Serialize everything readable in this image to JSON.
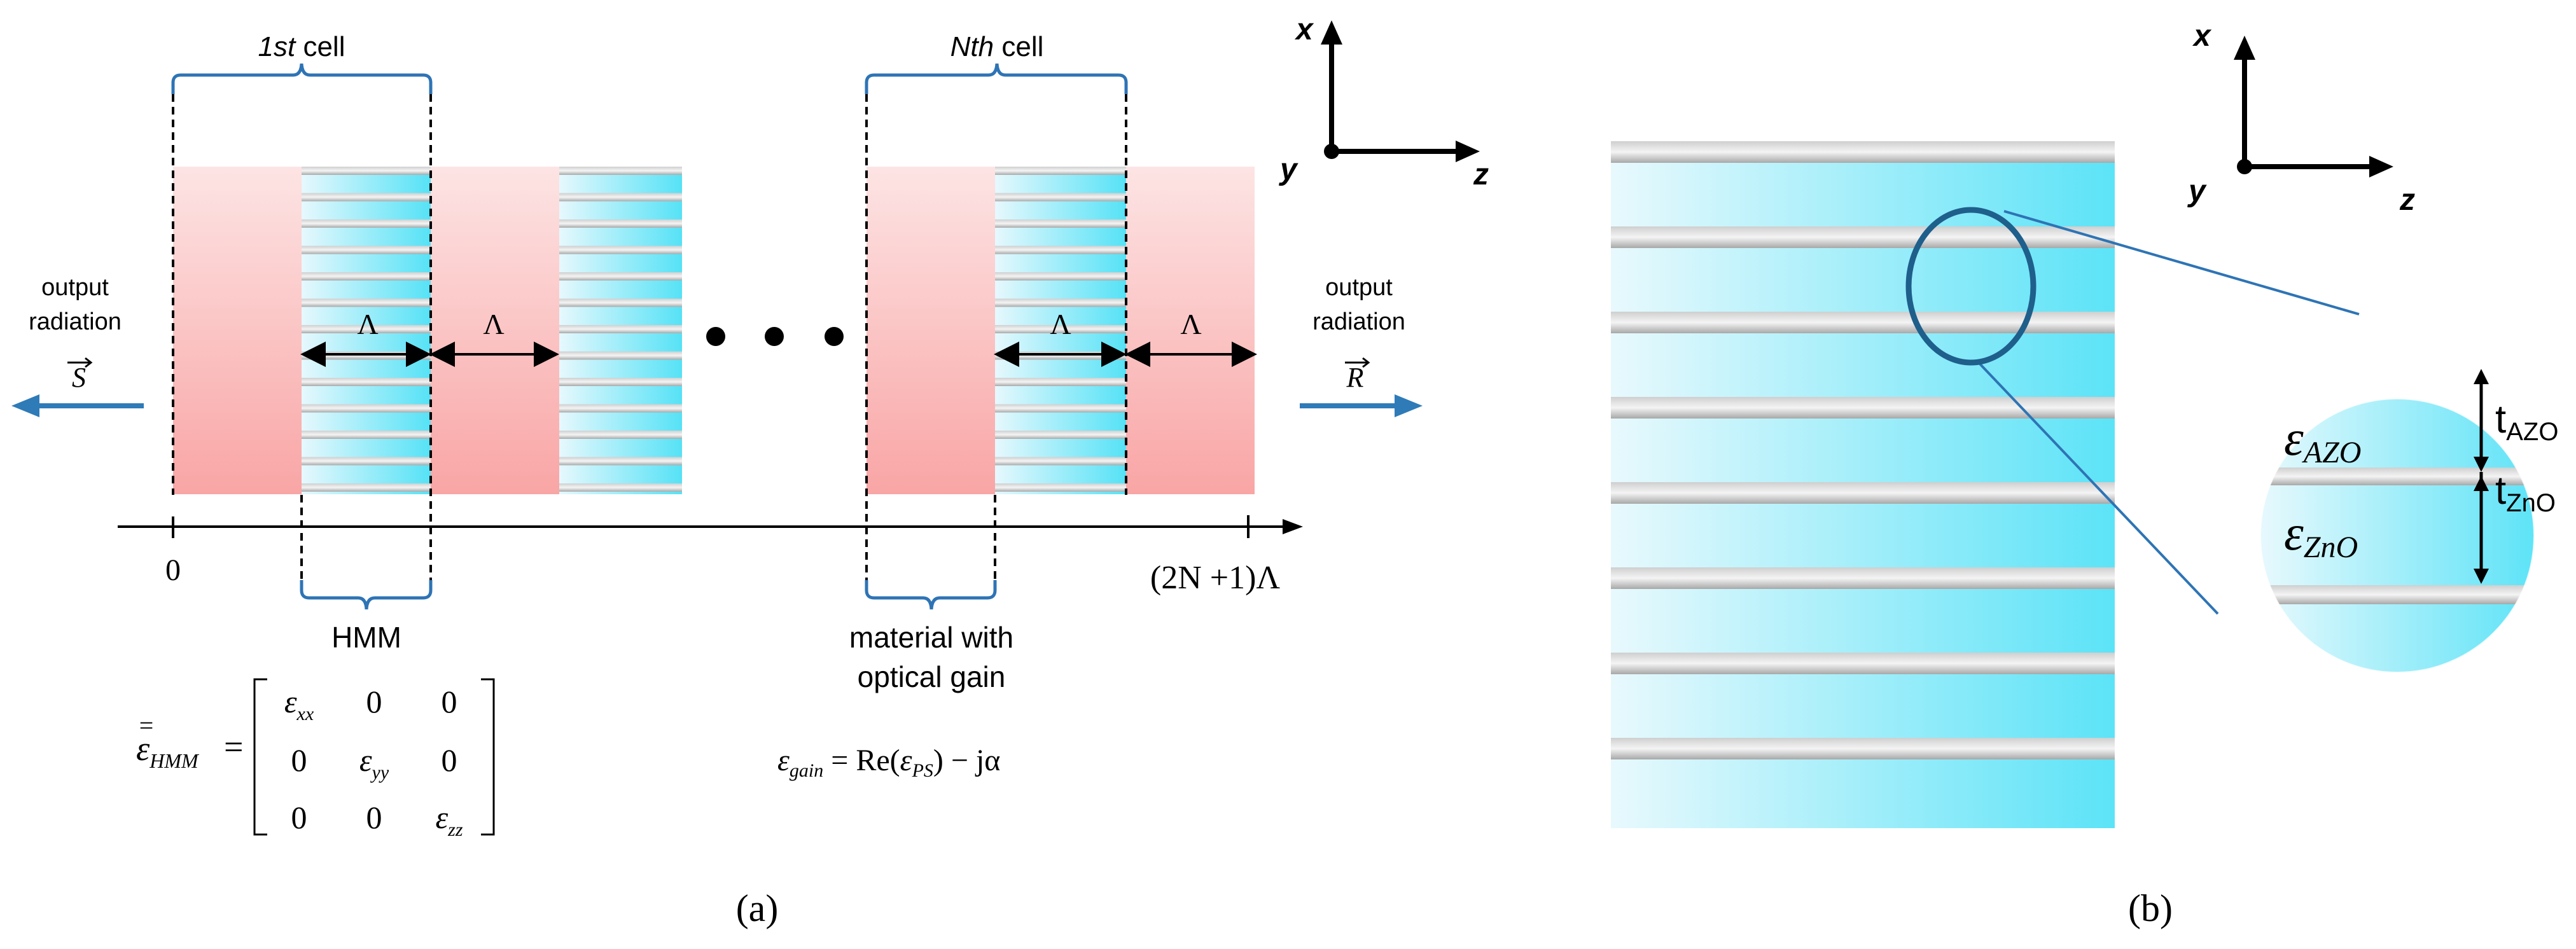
{
  "panel_a": {
    "first_cell": {
      "prefix": "1st",
      "suffix": "cell"
    },
    "nth_cell": {
      "prefix": "Nth",
      "suffix": "cell"
    },
    "lambda": "Λ",
    "left_output": {
      "line1": "output",
      "line2": "radiation",
      "vector": "S"
    },
    "right_output": {
      "line1": "output",
      "line2": "radiation",
      "vector": "R"
    },
    "axis_start": "0",
    "axis_end": "(2N +1)Λ",
    "hmm_label": "HMM",
    "gain_label": {
      "line1": "material with",
      "line2": "optical gain"
    },
    "hmm_tensor": {
      "lhs": "ε",
      "lhs_sub": "HMM",
      "equals": "=",
      "rows": [
        [
          "ε|xx",
          "0",
          "0"
        ],
        [
          "0",
          "ε|yy",
          "0"
        ],
        [
          "0",
          "0",
          "ε|zz"
        ]
      ]
    },
    "gain_equation": {
      "lhs": "ε",
      "lhs_sub": "gain",
      "eq": "= Re(",
      "eps": "ε",
      "eps_sub": "PS",
      "rest": ") − jα"
    },
    "caption": "(a)"
  },
  "panel_b": {
    "eps_azo": {
      "symbol": "ε",
      "sub": "AZO"
    },
    "eps_zno": {
      "symbol": "ε",
      "sub": "ZnO"
    },
    "t_azo": {
      "symbol": "t",
      "sub": "AZO"
    },
    "t_zno": {
      "symbol": "t",
      "sub": "ZnO"
    },
    "caption": "(b)"
  },
  "axes_labels": {
    "x": "x",
    "y": "y",
    "z": "z"
  },
  "colors": {
    "gain_pink": "#f9a9a9",
    "hmm_cyan": "#5ce3f7",
    "bracket_blue": "#2e74b5",
    "arrow_blue": "#2e7bb8"
  }
}
